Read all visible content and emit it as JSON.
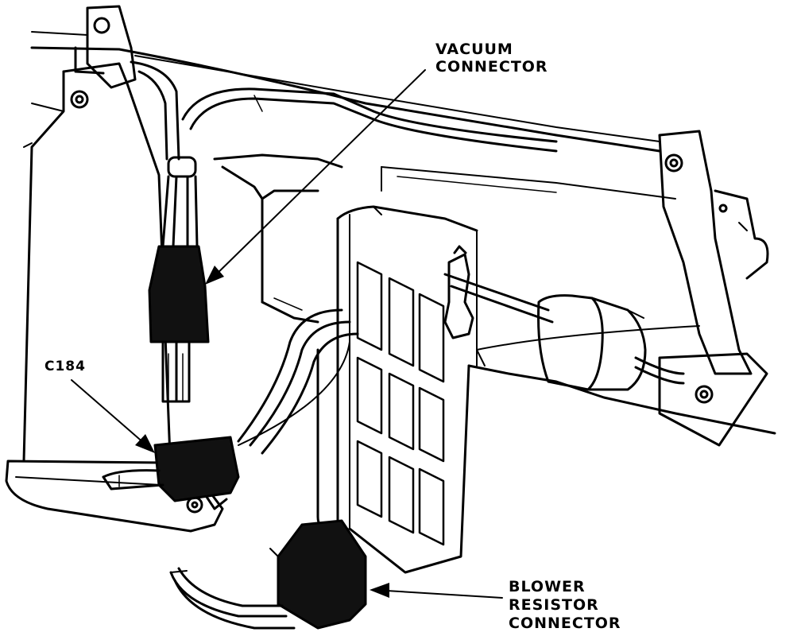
{
  "labels": {
    "vacuum_connector": [
      "VACUUM",
      "CONNECTOR"
    ],
    "c184": "C184",
    "blower_resistor_connector": [
      "BLOWER",
      "RESISTOR",
      "CONNECTOR"
    ]
  },
  "colors": {
    "ink": "#000000",
    "paper": "#ffffff"
  }
}
